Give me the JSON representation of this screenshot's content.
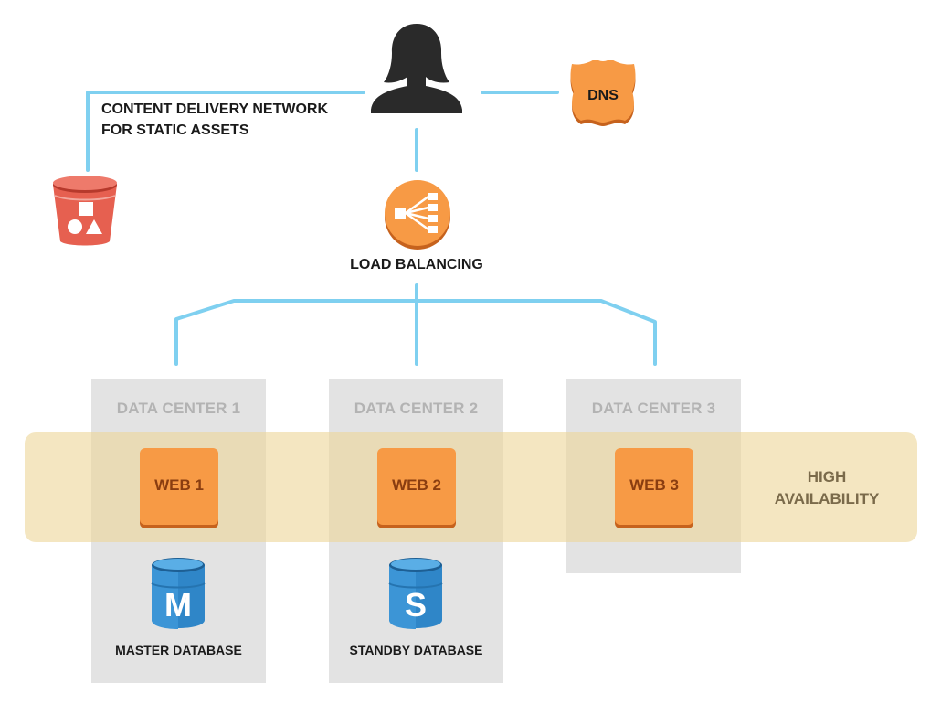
{
  "labels": {
    "cdn_line1": "CONTENT DELIVERY NETWORK",
    "cdn_line2": "FOR STATIC ASSETS",
    "dns": "DNS",
    "load_balancing": "LOAD BALANCING",
    "high_line1": "HIGH",
    "high_line2": "AVAILABILITY"
  },
  "data_centers": [
    {
      "title": "DATA CENTER 1",
      "web": "WEB 1",
      "db_letter": "M",
      "db_label": "MASTER DATABASE"
    },
    {
      "title": "DATA CENTER 2",
      "web": "WEB 2",
      "db_letter": "S",
      "db_label": "STANDBY DATABASE"
    },
    {
      "title": "DATA CENTER 3",
      "web": "WEB 3"
    }
  ],
  "colors": {
    "connector": "#7fd0f0",
    "orange": "#f79a45",
    "orange_dark": "#c6621d",
    "bucket_red": "#e66050",
    "db_blue": "#2f86c8",
    "dc_bg": "#e3e3e3",
    "ha_band": "#f0dba5"
  },
  "icons": {
    "user": "user-silhouette-icon",
    "dns": "dns-shield-icon",
    "cdn": "storage-bucket-icon",
    "load_balancer": "load-balancer-icon",
    "database": "database-cylinder-icon"
  }
}
